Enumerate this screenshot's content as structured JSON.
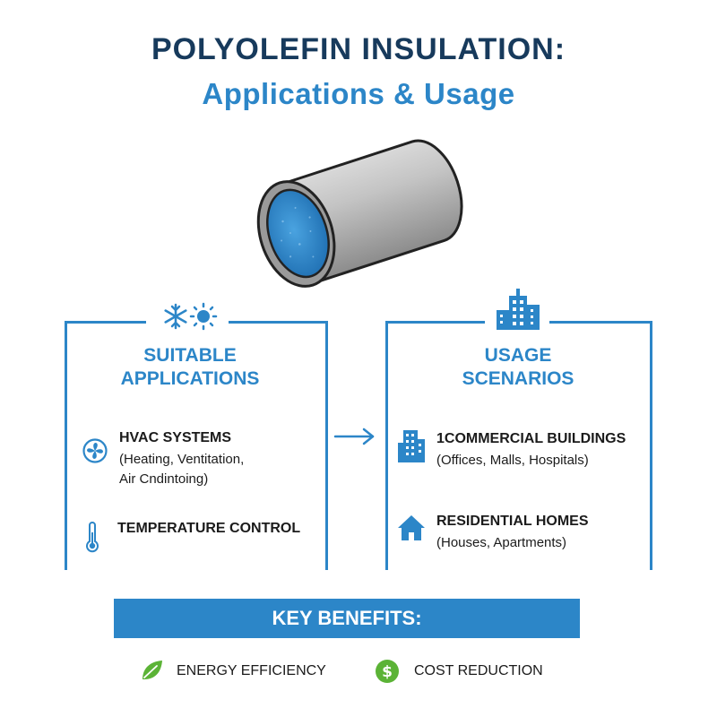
{
  "header": {
    "title": "POLYOLEFIN INSULATION:",
    "subtitle": "Applications & Usage"
  },
  "illustration": {
    "icon": "insulated-pipe-icon"
  },
  "left_panel": {
    "heading_line1": "SUITABLE",
    "heading_line2": "APPLICATIONS",
    "heading_icons": [
      "snowflake-icon",
      "sun-icon"
    ],
    "items": [
      {
        "icon": "fan-icon",
        "title": "HVAC SYSTEMS",
        "sub_line1": "(Heating, Ventitation,",
        "sub_line2": "Air Cndintoing)"
      },
      {
        "icon": "thermometer-icon",
        "title": "TEMPERATURE CONTROL"
      }
    ]
  },
  "right_panel": {
    "heading_line1": "USAGE",
    "heading_line2": "SCENARIOS",
    "heading_icon": "buildings-icon",
    "items": [
      {
        "icon": "office-building-icon",
        "title": "1COMMERCIAL BUILDINGS",
        "sub_line1": "(Offices, Malls, Hospitals)"
      },
      {
        "icon": "house-icon",
        "title": "RESIDENTIAL HOMES",
        "sub_line1": "(Houses, Apartments)"
      }
    ]
  },
  "connector": {
    "icon": "arrow-right-icon"
  },
  "benefits": {
    "heading": "KEY BENEFITS:",
    "items": [
      {
        "icon": "leaf-icon",
        "label": "ENERGY EFFICIENCY"
      },
      {
        "icon": "dollar-icon",
        "label": "COST REDUCTION"
      }
    ]
  },
  "colors": {
    "navy": "#173a5c",
    "accent_blue": "#2c86c8",
    "green": "#5bb336"
  }
}
